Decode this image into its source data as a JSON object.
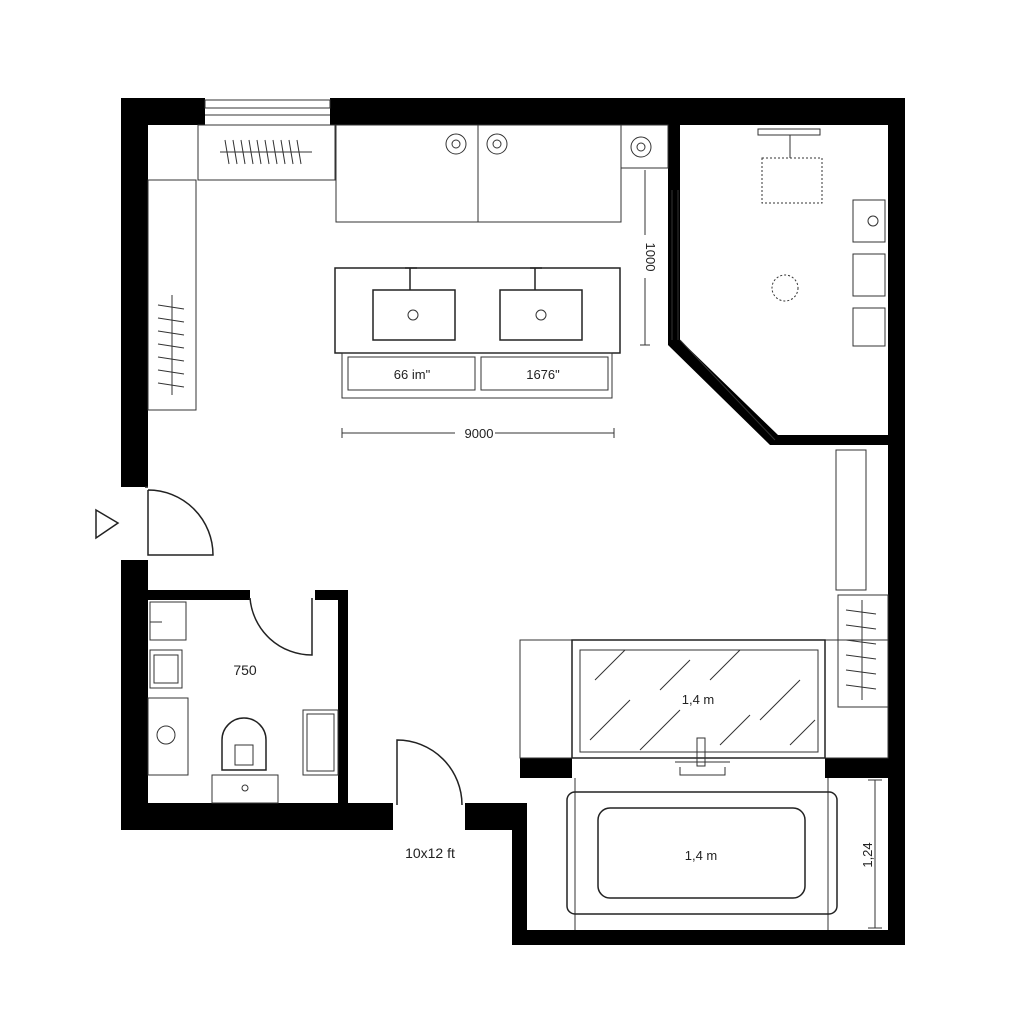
{
  "plan": {
    "labels": {
      "vanity_width": "9000",
      "vanity_depth": "1000",
      "drawer_left": "66 im\"",
      "drawer_right": "1676\"",
      "wc_room": "750",
      "room_size": "10x12 ft",
      "mirror": "1,4 m",
      "bathtub": "1,4 m",
      "tub_depth": "1,24"
    },
    "colors": {
      "wall": "#000000",
      "line": "#222222",
      "background": "#ffffff"
    }
  }
}
